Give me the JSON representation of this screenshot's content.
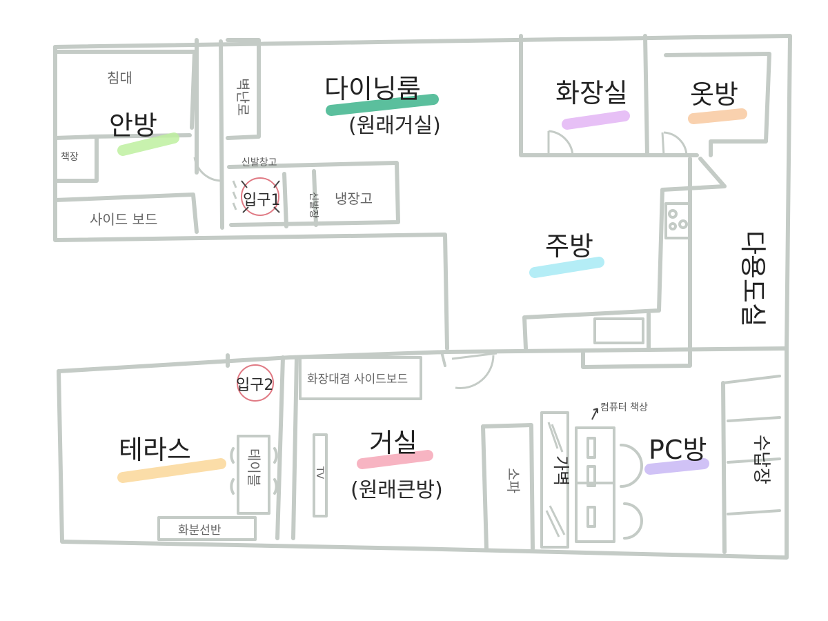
{
  "colors": {
    "wall": "#c4cbc6",
    "bedroom_marker": "#bff0a0",
    "dining_marker": "#3fb58c",
    "bathroom_marker": "#e3b6f5",
    "dressroom_marker": "#f8c9a0",
    "kitchen_marker": "#a8eaf5",
    "terrace_marker": "#fbd89a",
    "living_marker": "#f6a8b8",
    "pc_marker": "#c8b8f5",
    "entrance_circle": "#e07a84"
  },
  "rooms": {
    "bedroom": "안방",
    "bed": "침대",
    "bookshelf": "책장",
    "sideboard_top": "사이드 보드",
    "fireplace": "벽난로",
    "dining": "다이닝룸",
    "dining_note": "(원래거실)",
    "shoe_cabinet": "신발장",
    "shoe_storage_2": "신발창고",
    "entrance_1": "입구1",
    "fridge": "냉장고",
    "bathroom": "화장실",
    "dressroom": "옷방",
    "kitchen": "주방",
    "utility_room": "다용도실",
    "terrace": "테라스",
    "entrance_2": "입구2",
    "table": "테이블",
    "flower_shelf": "화분선반",
    "vanity_sideboard": "화장대겸 사이드보드",
    "tv": "TV",
    "living": "거실",
    "living_note": "(원래큰방)",
    "sofa": "소파",
    "partition": "가벽",
    "pc_room": "PC방",
    "computer_desk": "컴퓨터 책상",
    "storage_closet": "수납장"
  }
}
